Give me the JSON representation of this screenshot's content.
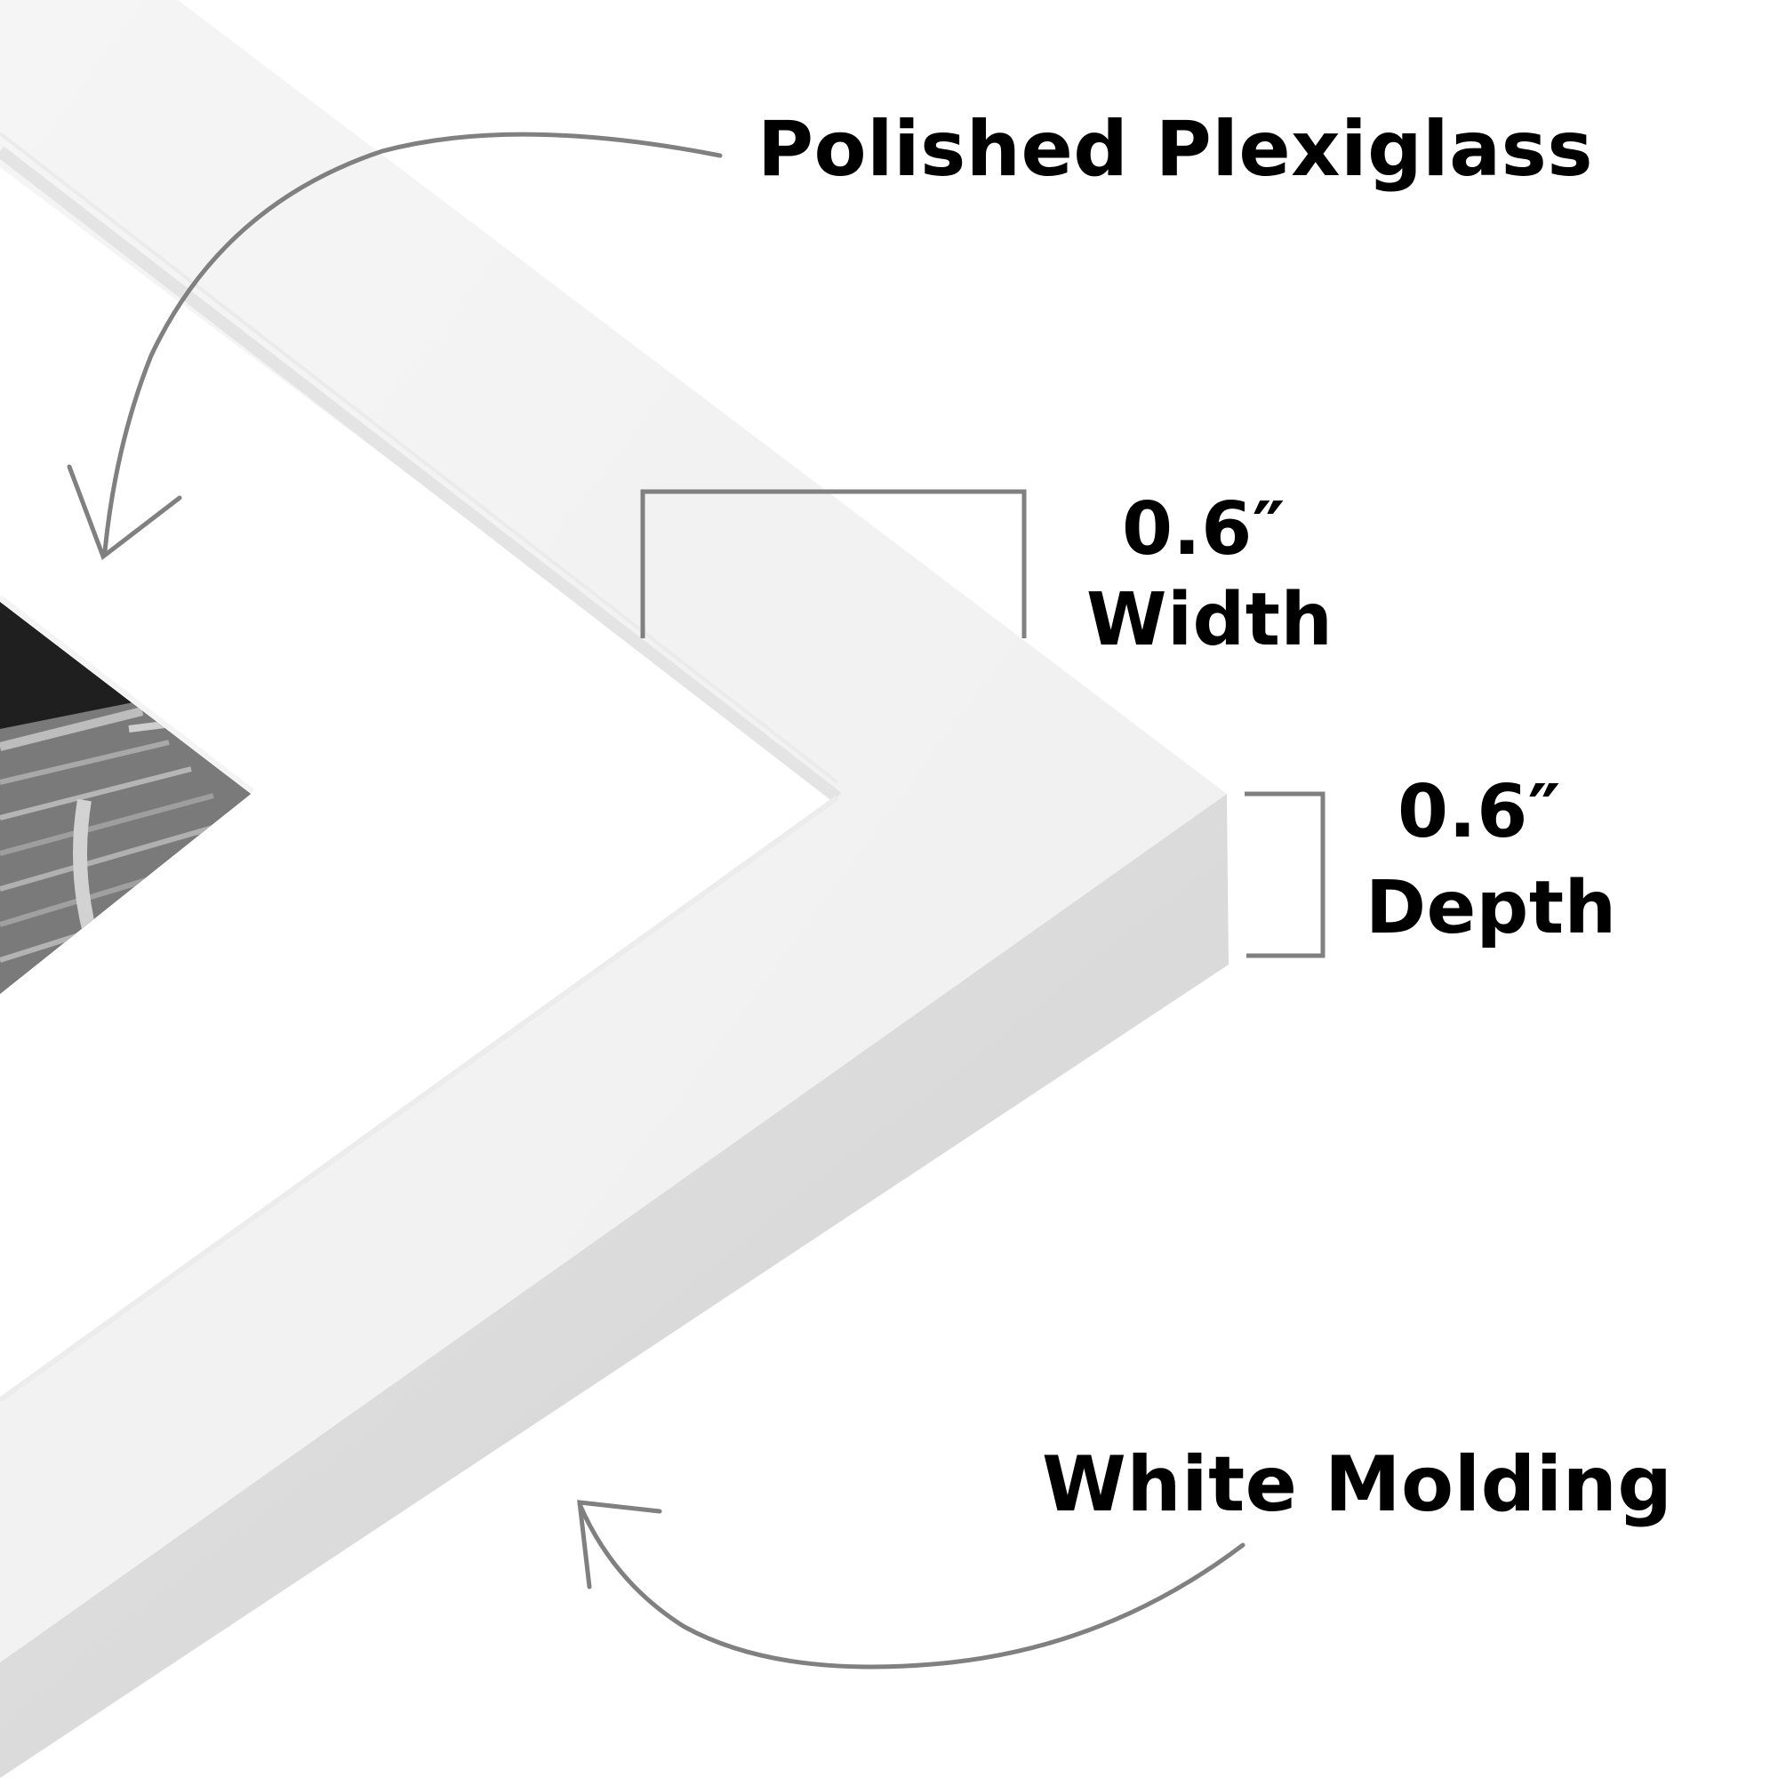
{
  "labels": {
    "plexiglass": "Polished Plexiglass",
    "width_value": "0.6″",
    "width_name": "Width",
    "depth_value": "0.6″",
    "depth_name": "Depth",
    "molding": "White Molding"
  },
  "colors": {
    "background": "#ffffff",
    "frame_face": "#f2f2f2",
    "frame_side": "#dadada",
    "mat": "#ffffff",
    "bevel": "#e6e6e6",
    "photo_dark": "#1f1f1f",
    "photo_wood": "#8a8a8a",
    "annotation_gray": "#808080",
    "text": "#000000"
  },
  "icons": {
    "plexiglass_arrow": "curved-arrow-icon",
    "molding_arrow": "curved-arrow-icon",
    "width_bracket": "bracket-icon",
    "depth_bracket": "bracket-icon"
  }
}
